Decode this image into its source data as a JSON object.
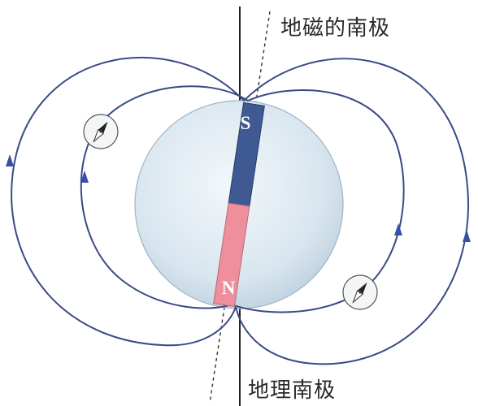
{
  "labels": {
    "geomagnetic_south": "地磁的南极",
    "geographic_south": "地理南极"
  },
  "magnet": {
    "south_letter": "S",
    "north_letter": "N",
    "south_color": "#3f5a93",
    "north_color": "#ef8e9c"
  },
  "colors": {
    "field_line": "#3a4a86",
    "earth_fill": "#dde9f1",
    "axis": "#222222"
  },
  "icons": [
    "compass-icon",
    "arrow-icon"
  ]
}
